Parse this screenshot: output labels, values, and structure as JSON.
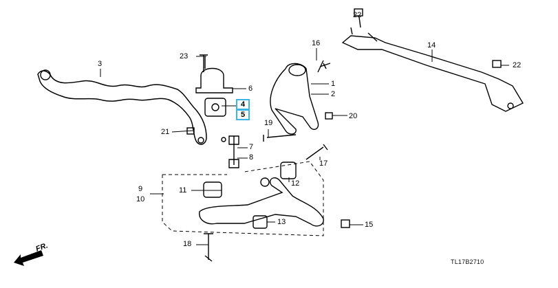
{
  "diagram": {
    "part_numbers": {
      "p1": "1",
      "p2": "2",
      "p3": "3",
      "p4": "4",
      "p5": "5",
      "p6": "6",
      "p7": "7",
      "p8": "8",
      "p9": "9",
      "p10": "10",
      "p11": "11",
      "p12": "12",
      "p13": "13",
      "p14": "14",
      "p15": "15",
      "p16": "16",
      "p17": "17",
      "p18": "18",
      "p19": "19",
      "p20": "20",
      "p21": "21",
      "p22a": "22",
      "p22b": "22",
      "p23": "23"
    },
    "front_indicator": "FR.",
    "diagram_code": "TL17B2710",
    "highlight_color": "#3cb4e6"
  }
}
